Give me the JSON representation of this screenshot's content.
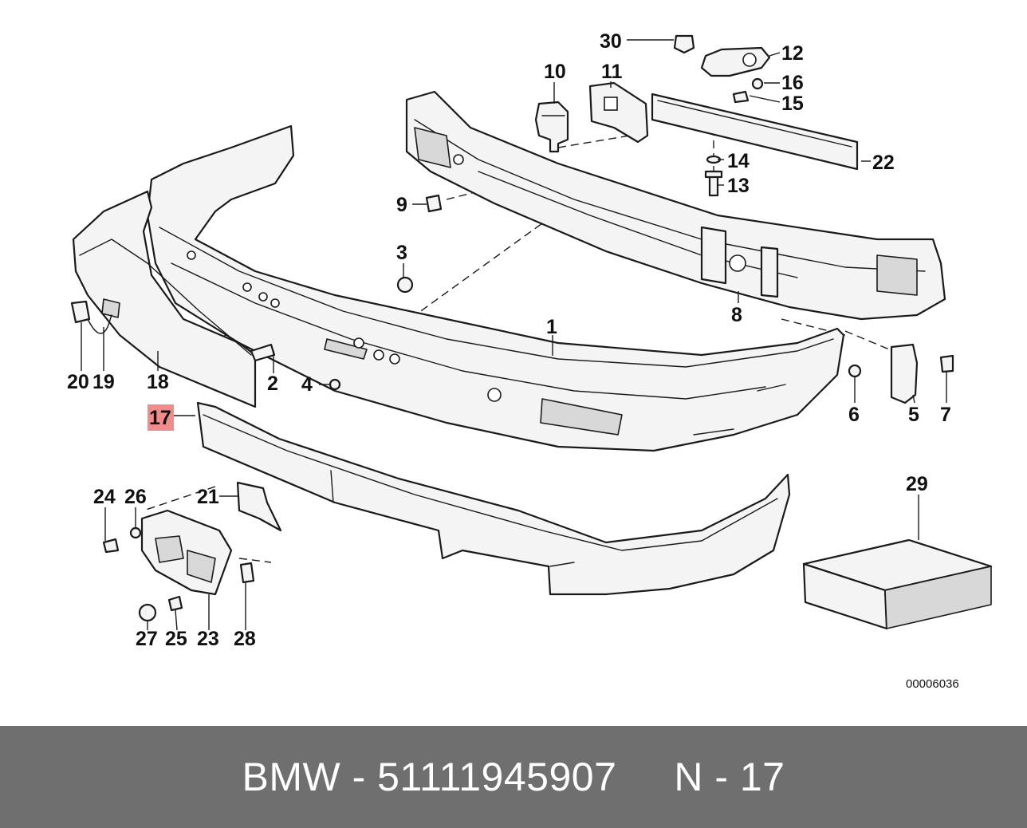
{
  "diagram": {
    "reference_code": "00006036",
    "highlight_color": "#f08c8c",
    "highlighted_part": "17",
    "parts": {
      "p1": "1",
      "p2": "2",
      "p3": "3",
      "p4": "4",
      "p5": "5",
      "p6": "6",
      "p7": "7",
      "p8": "8",
      "p9": "9",
      "p10": "10",
      "p11": "11",
      "p12": "12",
      "p13": "13",
      "p14": "14",
      "p15": "15",
      "p16": "16",
      "p17": "17",
      "p18": "18",
      "p19": "19",
      "p20": "20",
      "p21": "21",
      "p22": "22",
      "p23": "23",
      "p24": "24",
      "p25": "25",
      "p26": "26",
      "p27": "27",
      "p28": "28",
      "p29": "29",
      "p30": "30"
    }
  },
  "footer": {
    "text": "BMW - 51111945907     N - 17",
    "background": "#6f6f6f",
    "text_color": "#ffffff"
  }
}
